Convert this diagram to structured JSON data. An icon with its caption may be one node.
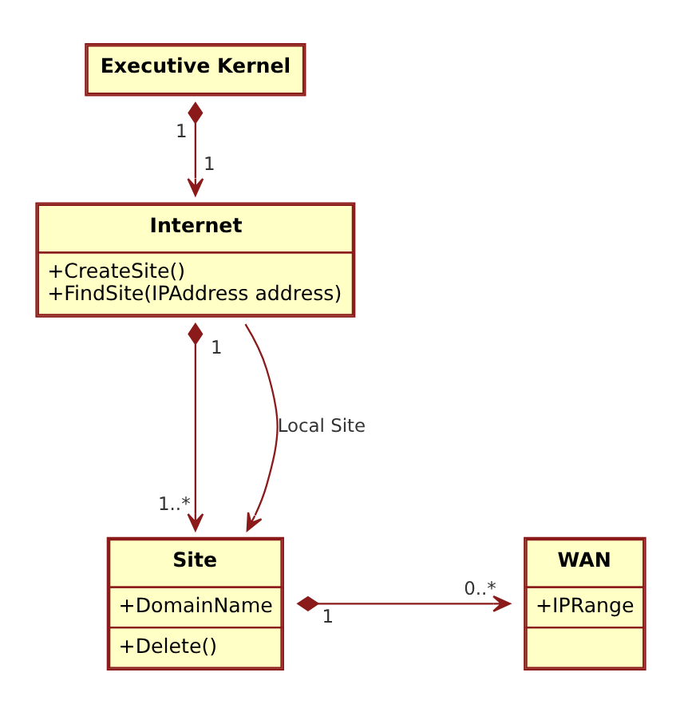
{
  "diagram": {
    "nodes": [
      {
        "text": [
          "Executive Kernel"
        ]
      },
      {
        "text": [
          "Internet",
          "+CreateSite()",
          "+FindSite(IPAddress address)"
        ]
      },
      {
        "text": [
          "Site",
          "+DomainName",
          "+Delete()"
        ]
      },
      {
        "text": [
          "WAN",
          "+IPRange"
        ]
      }
    ],
    "edges": [
      {
        "from": 0,
        "to": 1,
        "arrow": "to"
      },
      {
        "from": 1,
        "to": 2,
        "arrow": "to"
      },
      {
        "from": 1,
        "to": 2,
        "arrow": "to",
        "label": "Local Site"
      },
      {
        "from": 2,
        "to": 3,
        "arrow": "to"
      }
    ],
    "labels": [
      "1",
      "1",
      "1",
      "1..*",
      "1",
      "0..*"
    ]
  }
}
